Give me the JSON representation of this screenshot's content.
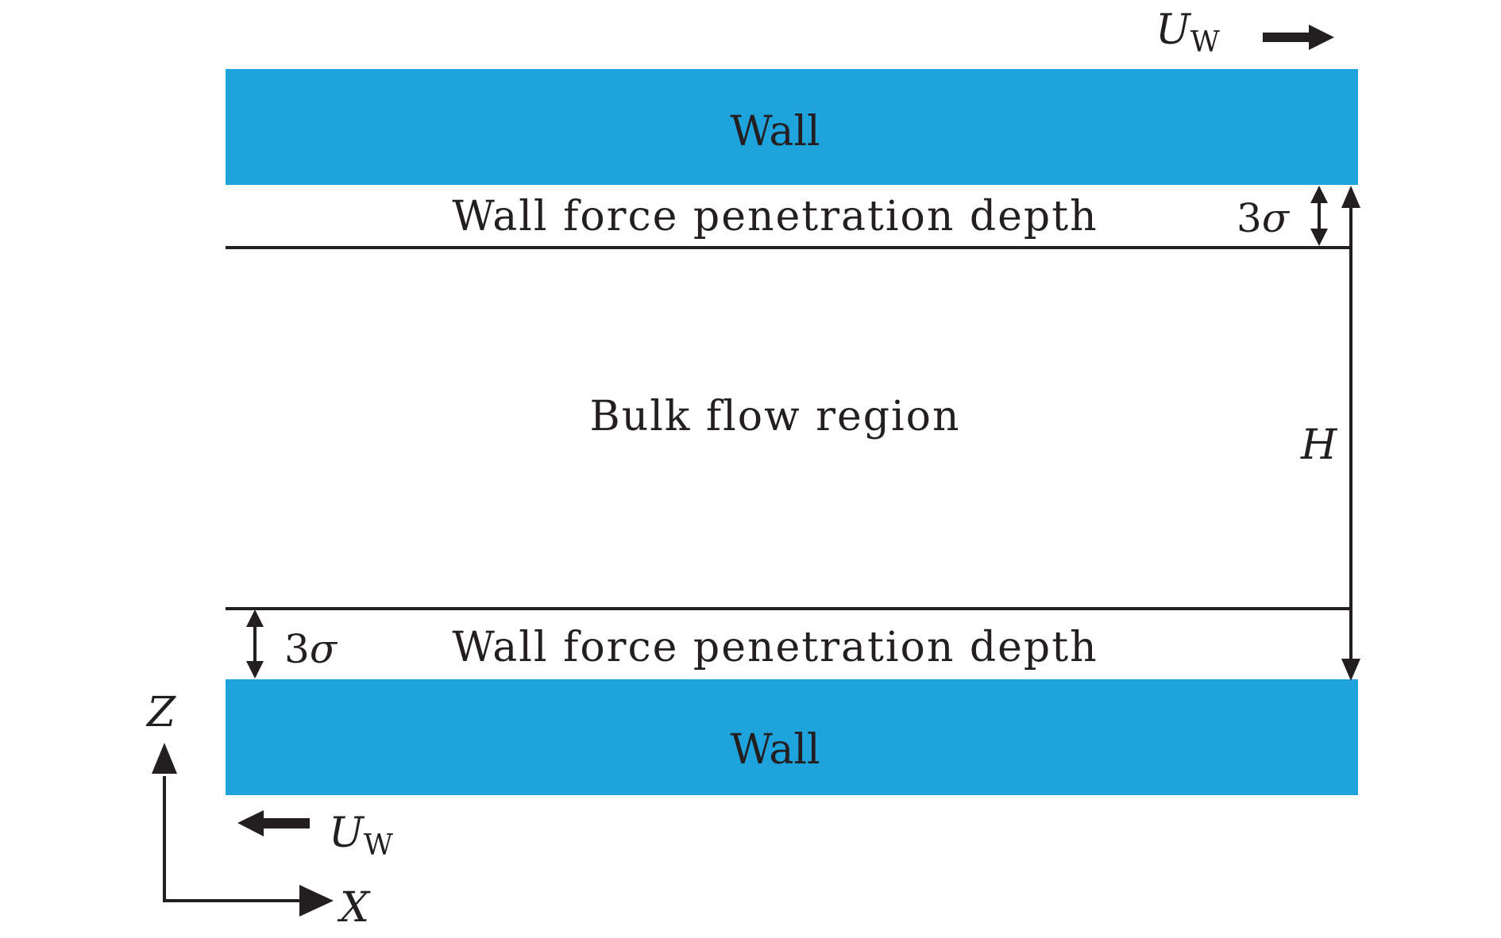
{
  "colors": {
    "wall": "#1fa3dd",
    "ink": "#231f20",
    "background": "#ffffff"
  },
  "walls": {
    "top_label": "Wall",
    "bottom_label": "Wall"
  },
  "regions": {
    "top_penetration": "Wall force penetration depth",
    "bulk": "Bulk flow region",
    "bottom_penetration": "Wall force penetration depth"
  },
  "dimensions": {
    "top_depth_coefficient": "3",
    "top_depth_symbol": "σ",
    "bottom_depth_coefficient": "3",
    "bottom_depth_symbol": "σ",
    "channel_height": "H"
  },
  "velocities": {
    "top_symbol": "U",
    "top_subscript": "W",
    "top_direction": "right",
    "bottom_symbol": "U",
    "bottom_subscript": "W",
    "bottom_direction": "left"
  },
  "axes": {
    "vertical": "Z",
    "horizontal": "X"
  }
}
